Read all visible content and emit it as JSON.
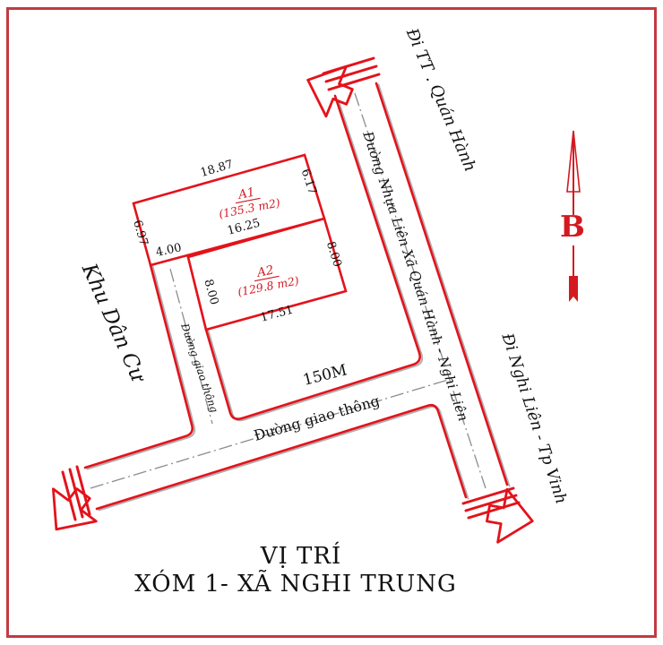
{
  "colors": {
    "line_red": "#e3131b",
    "text_red": "#d41920",
    "border_red": "#c23a40",
    "shadow_gray": "#b0b0b0",
    "dash_gray": "#8c8c8c",
    "text_black": "#111111"
  },
  "parcels": {
    "a1": {
      "name": "A1",
      "area": "(135.3 m2)",
      "dim_top": "18.87",
      "dim_right": "6.17",
      "dim_left": "6.97"
    },
    "a2": {
      "name": "A2",
      "area": "(129.8 m2)",
      "dim_top": "16.25",
      "dim_left": "8.00",
      "dim_right": "8.00",
      "dim_bottom": "17.51"
    },
    "opening_width": "4.00"
  },
  "roads": {
    "main_name": "Đường Nhựa Liên Xã Quán Hành - Nghi Liên",
    "main_dest_north": "Đi TT . Quán Hành",
    "main_dest_south": "Đi Nghi Liên - Tp Vinh",
    "front_road_name": "Đường giao thông",
    "front_road_length": "150M",
    "branch_road_name": "Đường giao thông"
  },
  "surroundings": {
    "residential_area": "Khu Dân Cư"
  },
  "compass": {
    "north_label": "B"
  },
  "title": {
    "line1": "VỊ TRÍ",
    "line2": "XÓM 1- XÃ NGHI TRUNG"
  }
}
